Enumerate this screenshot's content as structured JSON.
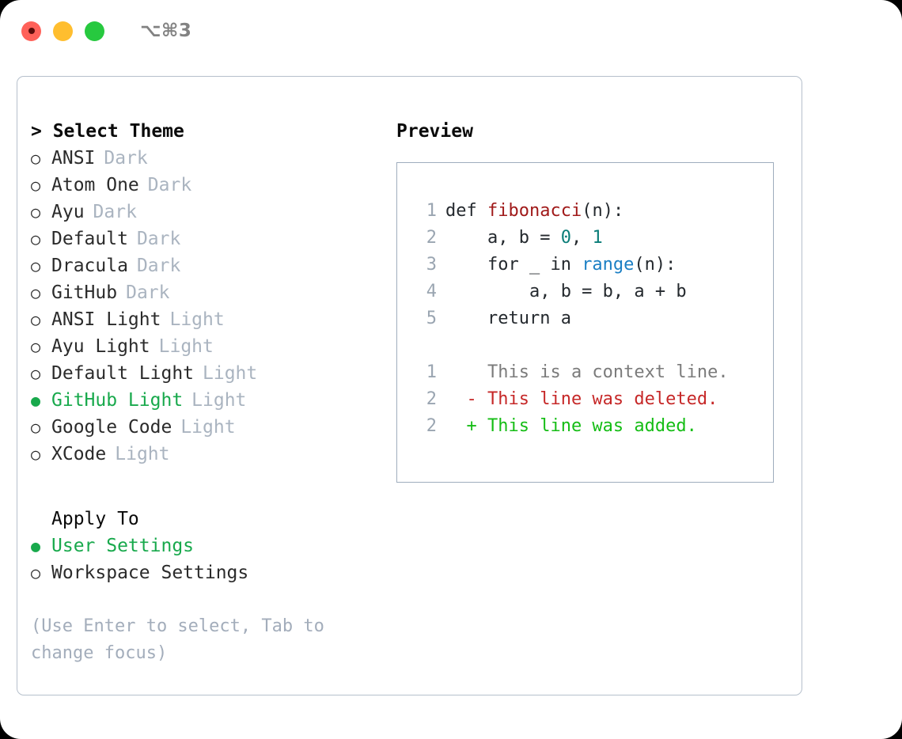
{
  "titlebar": {
    "shortcut": "⌥⌘3",
    "dots": [
      {
        "name": "close",
        "color": "#ff6159"
      },
      {
        "name": "minimize",
        "color": "#ffbe2f"
      },
      {
        "name": "zoom",
        "color": "#27c93f"
      }
    ]
  },
  "theme_picker": {
    "heading": "> Select Theme",
    "marker_selected": "●",
    "marker_unselected": "○",
    "options": [
      {
        "label": "ANSI",
        "variant": "Dark",
        "selected": false
      },
      {
        "label": "Atom One",
        "variant": "Dark",
        "selected": false
      },
      {
        "label": "Ayu",
        "variant": "Dark",
        "selected": false
      },
      {
        "label": "Default",
        "variant": "Dark",
        "selected": false
      },
      {
        "label": "Dracula",
        "variant": "Dark",
        "selected": false
      },
      {
        "label": "GitHub",
        "variant": "Dark",
        "selected": false
      },
      {
        "label": "ANSI Light",
        "variant": "Light",
        "selected": false
      },
      {
        "label": "Ayu Light",
        "variant": "Light",
        "selected": false
      },
      {
        "label": "Default Light",
        "variant": "Light",
        "selected": false
      },
      {
        "label": "GitHub Light",
        "variant": "Light",
        "selected": true
      },
      {
        "label": "Google Code",
        "variant": "Light",
        "selected": false
      },
      {
        "label": "XCode",
        "variant": "Light",
        "selected": false
      }
    ]
  },
  "apply_to": {
    "heading": "Apply To",
    "options": [
      {
        "label": "User Settings",
        "selected": true
      },
      {
        "label": "Workspace Settings",
        "selected": false
      }
    ]
  },
  "hint": "(Use Enter to select, Tab to change focus)",
  "preview": {
    "title": "Preview",
    "code_lines": [
      {
        "no": "1",
        "tokens": [
          {
            "t": "def ",
            "c": "plain"
          },
          {
            "t": "fibonacci",
            "c": "fn"
          },
          {
            "t": "(n):",
            "c": "plain"
          }
        ]
      },
      {
        "no": "2",
        "tokens": [
          {
            "t": "    a, b = ",
            "c": "plain"
          },
          {
            "t": "0",
            "c": "num"
          },
          {
            "t": ", ",
            "c": "plain"
          },
          {
            "t": "1",
            "c": "num"
          }
        ]
      },
      {
        "no": "3",
        "tokens": [
          {
            "t": "    for _ in ",
            "c": "plain"
          },
          {
            "t": "range",
            "c": "call"
          },
          {
            "t": "(n):",
            "c": "plain"
          }
        ]
      },
      {
        "no": "4",
        "tokens": [
          {
            "t": "        a, b = b, a + b",
            "c": "plain"
          }
        ]
      },
      {
        "no": "5",
        "tokens": [
          {
            "t": "    return a",
            "c": "plain"
          }
        ]
      }
    ],
    "diff_lines": [
      {
        "no": "1",
        "marker": " ",
        "text": " This is a context line.",
        "kind": "ctx"
      },
      {
        "no": "2",
        "marker": "-",
        "text": " This line was deleted.",
        "kind": "del"
      },
      {
        "no": "2",
        "marker": "+",
        "text": " This line was added.",
        "kind": "add"
      }
    ]
  },
  "colors": {
    "accent_green": "#18a94c",
    "muted": "#aab4c0",
    "diff_add": "#15bd15",
    "diff_del": "#c62828",
    "border": "#b6c0cc"
  }
}
